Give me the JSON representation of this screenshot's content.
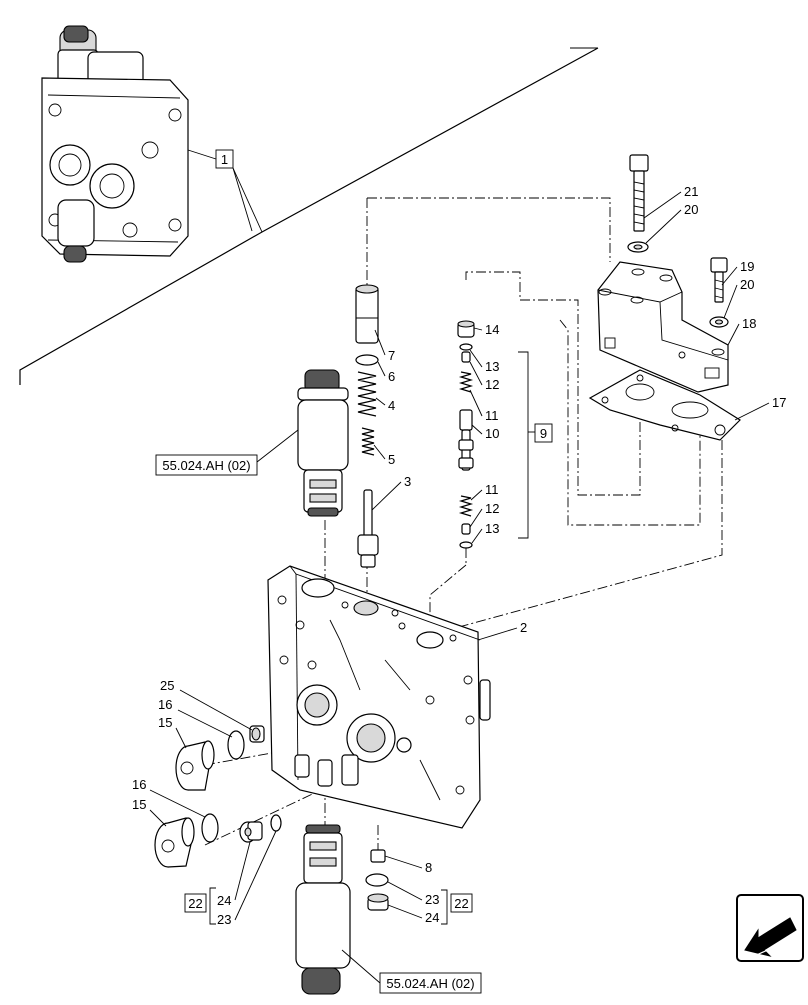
{
  "callouts": {
    "c1": "1",
    "c2": "2",
    "c3": "3",
    "c4": "4",
    "c5": "5",
    "c6": "6",
    "c7": "7",
    "c8": "8",
    "c9": "9",
    "c10": "10",
    "c11a": "11",
    "c11b": "11",
    "c12a": "12",
    "c12b": "12",
    "c13a": "13",
    "c13b": "13",
    "c14": "14",
    "c15a": "15",
    "c15b": "15",
    "c16a": "16",
    "c16b": "16",
    "c17": "17",
    "c18": "18",
    "c19": "19",
    "c20a": "20",
    "c20b": "20",
    "c21": "21",
    "c22a": "22",
    "c22b": "22",
    "c23a": "23",
    "c23b": "23",
    "c24a": "24",
    "c24b": "24",
    "c25": "25"
  },
  "references": {
    "solenoid_top": "55.024.AH (02)",
    "solenoid_bottom": "55.024.AH (02)"
  },
  "icons": {
    "navigation": "arrow-back-icon"
  }
}
